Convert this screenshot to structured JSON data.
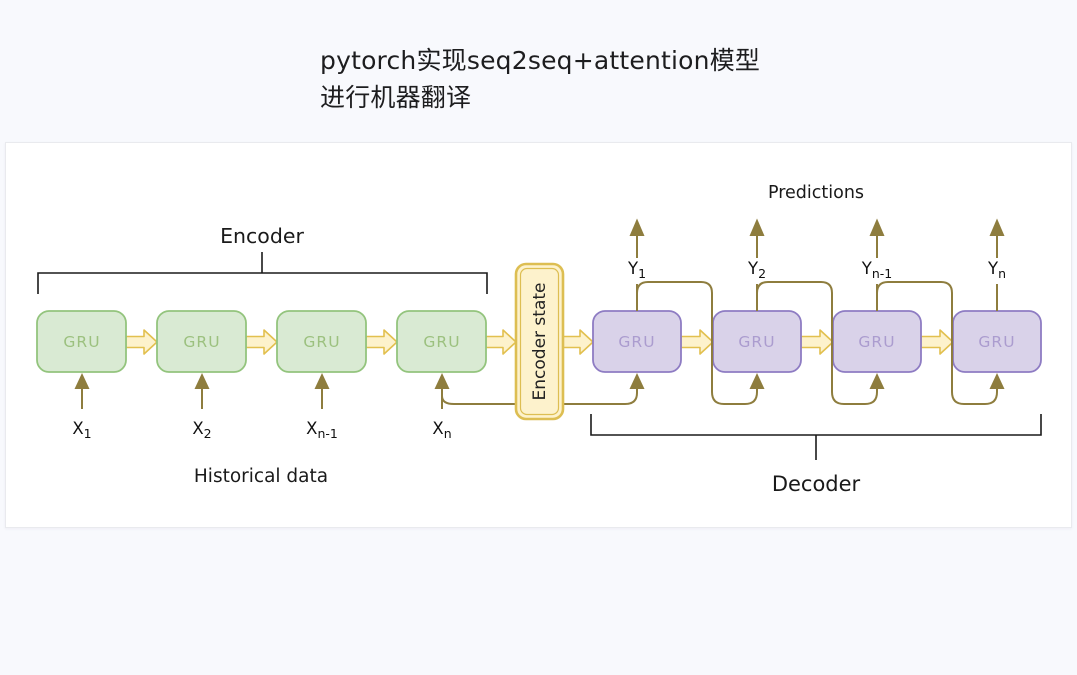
{
  "page": {
    "title_line1": "pytorch实现seq2seq+attention模型",
    "title_line2": "进行机器翻译",
    "background": "#f8f9fd"
  },
  "diagram": {
    "predictions_label": "Predictions",
    "state_box_label": "Encoder state",
    "gru_label": "GRU",
    "encoder": {
      "bracket_label": "Encoder",
      "inputs_label": "Historical data",
      "inputs": [
        {
          "base": "X",
          "sub": "1"
        },
        {
          "base": "X",
          "sub": "2"
        },
        {
          "base": "X",
          "sub": "n-1"
        },
        {
          "base": "X",
          "sub": "n"
        }
      ]
    },
    "decoder": {
      "bracket_label": "Decoder",
      "outputs": [
        {
          "base": "Y",
          "sub": "1"
        },
        {
          "base": "Y",
          "sub": "2"
        },
        {
          "base": "Y",
          "sub": "n-1"
        },
        {
          "base": "Y",
          "sub": "n"
        }
      ]
    },
    "colors": {
      "encoder_box_fill": "#d9ead3",
      "encoder_box_border": "#93c47d",
      "encoder_box_text": "#9cc17f",
      "decoder_box_fill": "#d9d2e9",
      "decoder_box_border": "#8e7cc3",
      "decoder_box_text": "#ab9ccf",
      "flow_arrow_fill": "#fdf2cc",
      "flow_arrow_border": "#e2c04f",
      "state_box_fill": "#fdf2cc",
      "state_box_border": "#ddbe52",
      "signal_line": "#8e7d3e",
      "bracket_line": "#1a1a1a"
    }
  }
}
